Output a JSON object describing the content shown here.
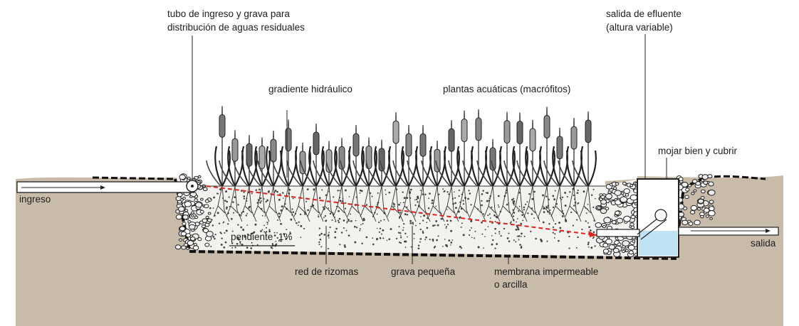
{
  "colors": {
    "ground": "#c9bba9",
    "gravel_fill": "#f4f2ee",
    "membrane": "#1a1a1a",
    "gradient_line": "#d9251d",
    "water": "#bfe3f2",
    "stone": "#2b2b2b"
  },
  "labels": {
    "inlet_pipe_line1": "tubo de ingreso y grava para",
    "inlet_pipe_line2": "distribución de aguas residuales",
    "effluent_line1": "salida de efluente",
    "effluent_line2": "(altura variable)",
    "hydraulic_gradient": "gradiente hidráulico",
    "aquatic_plants": "plantas acuáticas (macrófitos)",
    "wet_and_cover": "mojar bien y cubrir",
    "inlet": "ingreso",
    "outlet": "salida",
    "slope": "pendiente  1%",
    "rhizome_network": "red de rizomas",
    "small_gravel": "grava pequeña",
    "membrane_line1": "membrana impermeable",
    "membrane_line2": "o arcilla"
  }
}
